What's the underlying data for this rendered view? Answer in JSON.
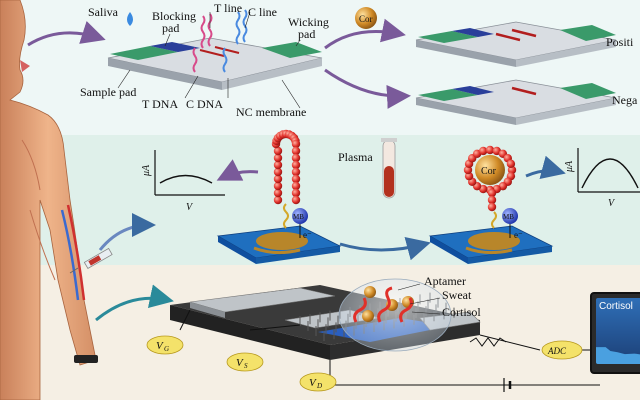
{
  "panel_top": {
    "saliva": "Saliva",
    "blocking_pad": [
      "Blocking",
      "pad"
    ],
    "t_line": "T line",
    "c_line": "C line",
    "wicking_pad": [
      "Wicking",
      "pad"
    ],
    "sample_pad": "Sample pad",
    "t_dna": "T DNA",
    "c_dna": "C DNA",
    "nc_membrane": "NC membrane",
    "cor_badge": "Cor",
    "positive": "Positi",
    "negative": "Nega"
  },
  "panel_mid": {
    "y_axis": "μA",
    "x_axis": "V",
    "plasma": "Plasma",
    "mb": "MB",
    "electron": "e⁻",
    "cor_bound": "Cor",
    "y_axis_right": "μA",
    "x_axis_right": "V"
  },
  "panel_bot": {
    "aptamer": "Aptamer",
    "sweat": "Sweat",
    "cortisol": "Cortisol",
    "vg": "V",
    "vg_sub": "G",
    "vs": "V",
    "vs_sub": "S",
    "vd": "V",
    "vd_sub": "D",
    "adc": "ADC",
    "monitor_title": "Cortisol"
  },
  "colors": {
    "strip_green": "#3a9a6a",
    "blocking_blue": "#2a3f9a",
    "t_line_red": "#b21e1e",
    "bead_red": "#e0302a",
    "electrode_blue": "#1f6fbf",
    "electrode_gold": "#b8862a",
    "skin": "#e7a87e",
    "cor_gold": "#c4871e"
  }
}
